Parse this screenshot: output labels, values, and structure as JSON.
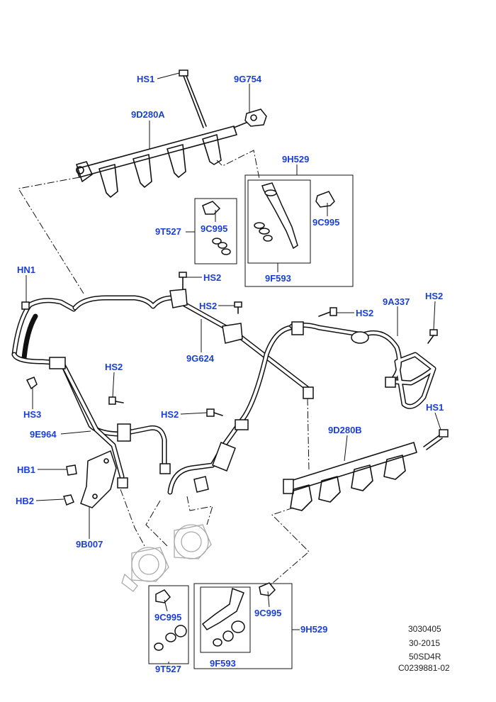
{
  "callouts": {
    "hs1_top": "HS1",
    "c9g754": "9G754",
    "c9d280a": "9D280A",
    "c9h529_top": "9H529",
    "c9t527_top": "9T527",
    "c9c995_top_left": "9C995",
    "c9c995_top_right": "9C995",
    "c9f593_top": "9F593",
    "hn1": "HN1",
    "hs2_a": "HS2",
    "hs2_b": "HS2",
    "hs2_c": "HS2",
    "hs2_d": "HS2",
    "hs2_e": "HS2",
    "hs2_f": "HS2",
    "c9a337": "9A337",
    "c9g624": "9G624",
    "hs3": "HS3",
    "c9e964": "9E964",
    "hs1_right": "HS1",
    "c9d280b": "9D280B",
    "hb1": "HB1",
    "hb2": "HB2",
    "c9b007": "9B007",
    "c9c995_bottom_left": "9C995",
    "c9c995_bottom_right": "9C995",
    "c9h529_bottom": "9H529",
    "c9t527_bottom": "9T527",
    "c9f593_bottom": "9F593"
  },
  "reference": {
    "line1": "3030405",
    "line2": "30-2015",
    "line3": "50SD4R",
    "line4": "C0239881-02"
  }
}
